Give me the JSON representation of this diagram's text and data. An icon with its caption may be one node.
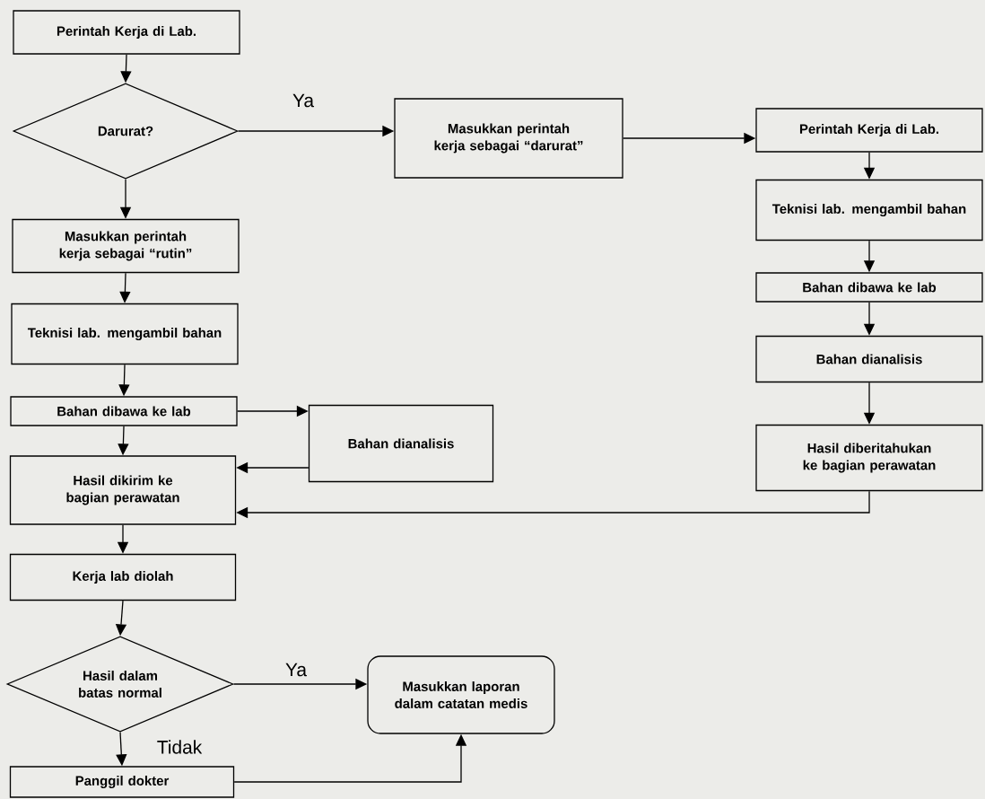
{
  "diagram": {
    "nodes": [
      {
        "text": [
          "Perintah Kerja di Lab."
        ]
      },
      {
        "text": [
          "Darurat?"
        ]
      },
      {
        "text": [
          "Masukkan perintah kerja sebagai “darurat”"
        ]
      },
      {
        "text": [
          "Perintah Kerja di Lab."
        ]
      },
      {
        "text": [
          "Teknisi lab. mengambil bahan"
        ]
      },
      {
        "text": [
          "Bahan dibawa ke lab"
        ]
      },
      {
        "text": [
          "Bahan dianalisis"
        ]
      },
      {
        "text": [
          "Hasil diberitahukan ke bagian perawatan"
        ]
      },
      {
        "text": [
          "Masukkan perintah kerja sebagai “rutin”"
        ]
      },
      {
        "text": [
          "Teknisi lab. mengambil bahan"
        ]
      },
      {
        "text": [
          "Bahan dibawa ke lab"
        ]
      },
      {
        "text": [
          "Bahan dianalisis"
        ]
      },
      {
        "text": [
          "Hasil dikirim ke bagian perawatan"
        ]
      },
      {
        "text": [
          "Kerja lab diolah"
        ]
      },
      {
        "text": [
          "Hasil dalam batas normal"
        ]
      },
      {
        "text": [
          "Masukkan laporan dalam catatan medis"
        ]
      },
      {
        "text": [
          "Panggil dokter"
        ]
      }
    ],
    "edges": [
      {
        "from": 0,
        "to": 1,
        "arrow": "to"
      },
      {
        "from": 1,
        "to": 2,
        "arrow": "to",
        "label": "Ya"
      },
      {
        "from": 2,
        "to": 3,
        "arrow": "to"
      },
      {
        "from": 3,
        "to": 4,
        "arrow": "to"
      },
      {
        "from": 4,
        "to": 5,
        "arrow": "to"
      },
      {
        "from": 5,
        "to": 6,
        "arrow": "to"
      },
      {
        "from": 6,
        "to": 7,
        "arrow": "to"
      },
      {
        "from": 7,
        "to": 12,
        "arrow": "to"
      },
      {
        "from": 1,
        "to": 8,
        "arrow": "to"
      },
      {
        "from": 8,
        "to": 9,
        "arrow": "to"
      },
      {
        "from": 9,
        "to": 10,
        "arrow": "to"
      },
      {
        "from": 10,
        "to": 11,
        "arrow": "to"
      },
      {
        "from": 11,
        "to": 12,
        "arrow": "to"
      },
      {
        "from": 10,
        "to": 12,
        "arrow": "to"
      },
      {
        "from": 12,
        "to": 13,
        "arrow": "to"
      },
      {
        "from": 13,
        "to": 14,
        "arrow": "to"
      },
      {
        "from": 14,
        "to": 15,
        "arrow": "to",
        "label": "Ya"
      },
      {
        "from": 14,
        "to": 16,
        "arrow": "to",
        "label": "Tidak"
      },
      {
        "from": 16,
        "to": 15,
        "arrow": "to"
      }
    ]
  }
}
